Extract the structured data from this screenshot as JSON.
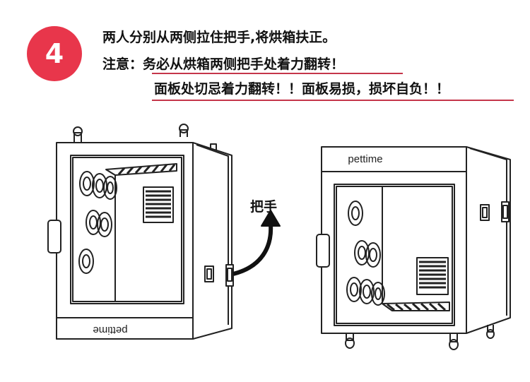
{
  "step": {
    "number": "4"
  },
  "instructions": {
    "line1": "两人分别从两侧拉住把手,将烘箱扶正。",
    "line2_prefix": "注意：",
    "line2_warning": "务必从烘箱两侧把手处着力翻转！",
    "line3": "面板处切忌着力翻转！！面板易损，损坏自负！！"
  },
  "diagram": {
    "handle_label": "把手",
    "brand_left": "pettime",
    "brand_right": "pettime"
  },
  "colors": {
    "accent": "#e8364b",
    "underline": "#c5364a"
  }
}
